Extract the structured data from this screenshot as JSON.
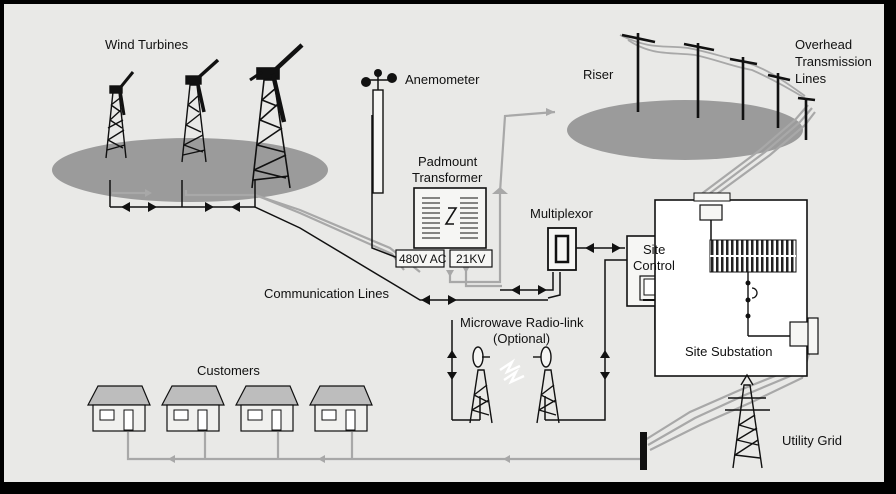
{
  "labels": {
    "wind_turbines": "Wind Turbines",
    "anemometer": "Anemometer",
    "riser": "Riser",
    "overhead_line1": "Overhead",
    "overhead_line2": "Transmission",
    "overhead_line3": "Lines",
    "padmount_line1": "Padmount",
    "padmount_line2": "Transformer",
    "voltage_low": "480V AC",
    "voltage_high": "21KV",
    "multiplexor": "Multiplexor",
    "site_control_line1": "Site",
    "site_control_line2": "Control",
    "communication_lines": "Communication Lines",
    "microwave_line1": "Microwave Radio-link",
    "microwave_line2": "(Optional)",
    "site_substation": "Site Substation",
    "customers": "Customers",
    "utility_grid": "Utility Grid"
  },
  "colors": {
    "background": "#e9e9e7",
    "ground_ellipse": "#9b9b9b",
    "line": "#111111",
    "power_line": "#a8a8a8"
  }
}
